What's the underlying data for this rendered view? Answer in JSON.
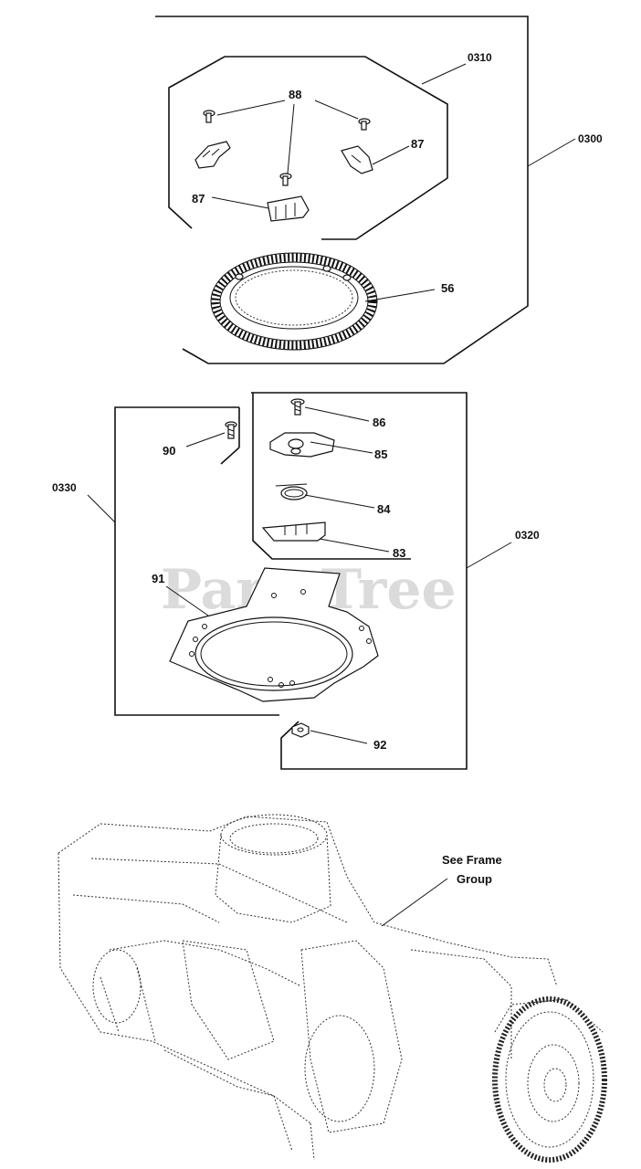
{
  "watermark": "PartsTree",
  "callouts": {
    "c0310": "0310",
    "c0300": "0300",
    "c0320": "0320",
    "c0330": "0330",
    "c88": "88",
    "c87a": "87",
    "c87b": "87",
    "c56": "56",
    "c86": "86",
    "c85": "85",
    "c84": "84",
    "c83": "83",
    "c90": "90",
    "c91": "91",
    "c92": "92"
  },
  "note": {
    "line1": "See Frame",
    "line2": "Group"
  }
}
